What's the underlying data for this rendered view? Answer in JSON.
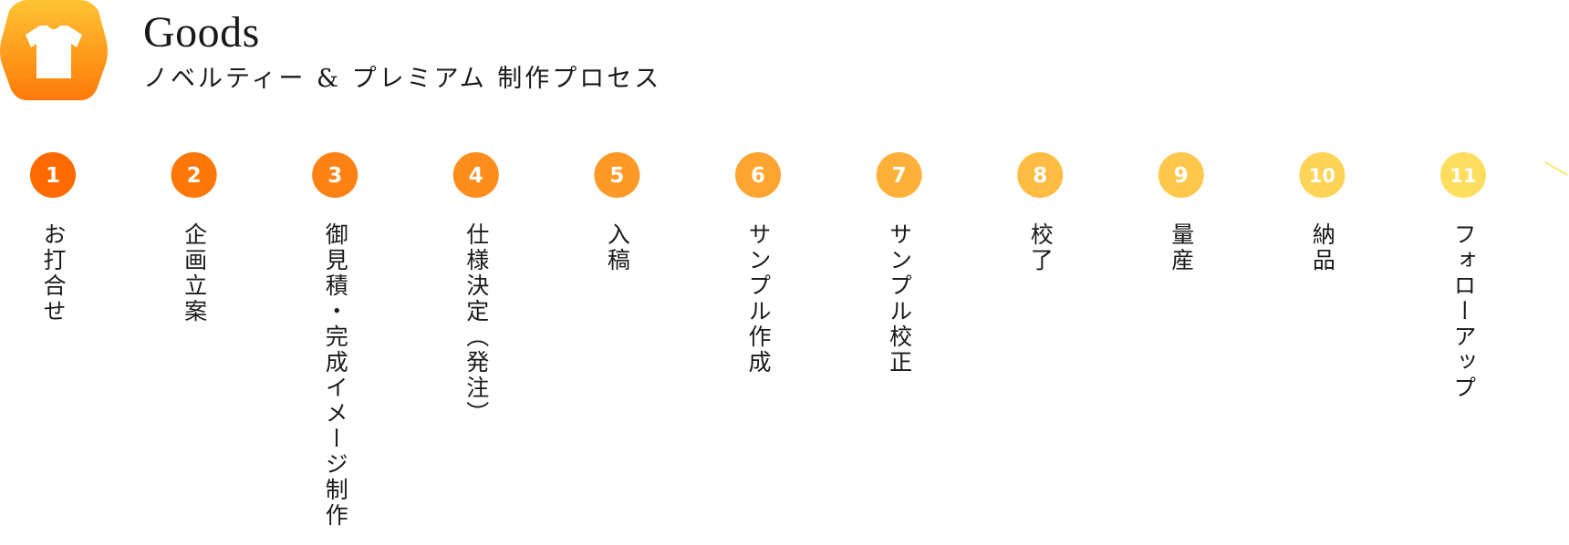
{
  "header": {
    "icon": "t-shirt-icon",
    "title": "Goods",
    "subtitle": "ノベルティー & プレミアム 制作プロセス"
  },
  "colors": {
    "gradient_start": "#ff6a00",
    "gradient_end": "#ffe766",
    "icon_top": "#ffc333",
    "icon_bottom": "#ff7a0a",
    "text": "#1a1a1a"
  },
  "steps": [
    {
      "number": "1",
      "label": "お打合せ"
    },
    {
      "number": "2",
      "label": "企画立案"
    },
    {
      "number": "3",
      "label": "御見積・完成イメージ制作"
    },
    {
      "number": "4",
      "label": "仕様決定（発注）"
    },
    {
      "number": "5",
      "label": "入稿"
    },
    {
      "number": "6",
      "label": "サンプル作成"
    },
    {
      "number": "7",
      "label": "サンプル校正"
    },
    {
      "number": "8",
      "label": "校了"
    },
    {
      "number": "9",
      "label": "量産"
    },
    {
      "number": "10",
      "label": "納品"
    },
    {
      "number": "11",
      "label": "フォローアップ"
    }
  ]
}
